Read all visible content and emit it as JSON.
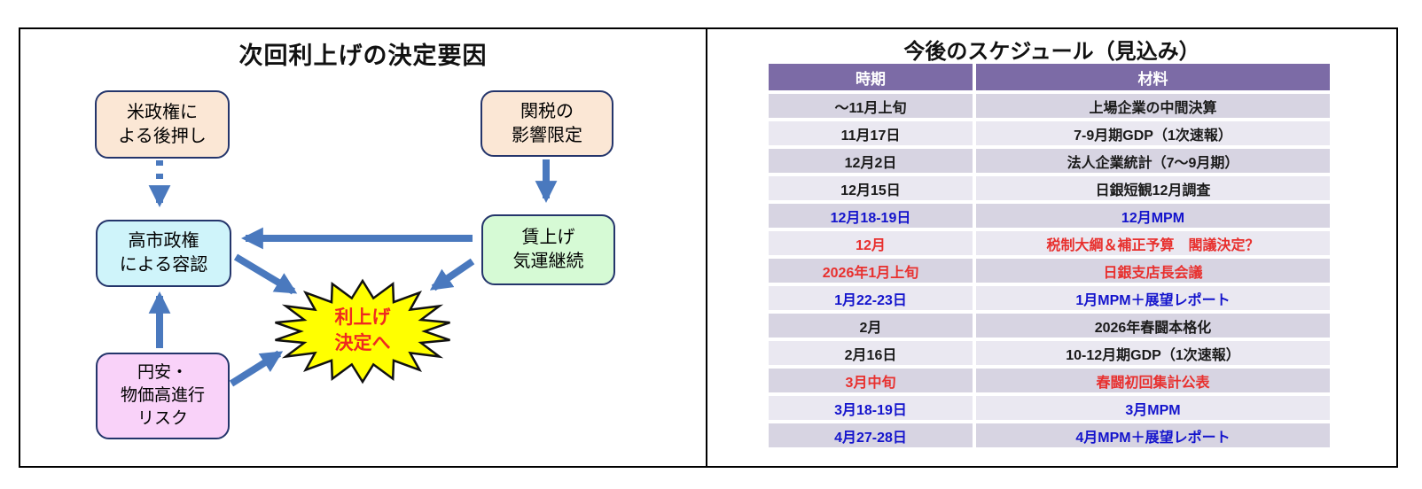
{
  "left_panel": {
    "title": "次回利上げの決定要因",
    "boxes": [
      {
        "id": "us-admin",
        "text": "米政権に\nよる後押し",
        "fill": "#FBE7D5"
      },
      {
        "id": "tariff",
        "text": "関税の\n影響限定",
        "fill": "#FBE7D5"
      },
      {
        "id": "takaichi-govt",
        "text": "高市政権\nによる容認",
        "fill": "#CFF4FA"
      },
      {
        "id": "wage-momentum",
        "text": "賃上げ\n気運継続",
        "fill": "#D6FAD5"
      },
      {
        "id": "yen-risk",
        "text": "円安・\n物価高進行\nリスク",
        "fill": "#F9D2F9"
      }
    ],
    "burst": {
      "text": "利上げ\n決定へ",
      "fill": "#FFFF00",
      "outline": "#111111",
      "text_color": "#EF2A20"
    },
    "arrow_color": "#4A79BE"
  },
  "right_panel": {
    "title": "今後のスケジュール（見込み）",
    "table": {
      "headers": [
        "時期",
        "材料"
      ],
      "header_bg": "#7C6BA6",
      "header_text_color": "#FFFFFF",
      "row_bg_odd": "#D7D4E2",
      "row_bg_even": "#EAE8F1",
      "text_colors": {
        "black": "#1A1A1A",
        "blue": "#1414CC",
        "red": "#E8302E"
      },
      "rows": [
        {
          "date": "～11月上旬",
          "item": "上場企業の中間決算",
          "color": "black"
        },
        {
          "date": "11月17日",
          "item": "7-9月期GDP（1次速報）",
          "color": "black"
        },
        {
          "date": "12月2日",
          "item": "法人企業統計（7～9月期）",
          "color": "black"
        },
        {
          "date": "12月15日",
          "item": "日銀短観12月調査",
          "color": "black"
        },
        {
          "date": "12月18-19日",
          "item": "12月MPM",
          "color": "blue"
        },
        {
          "date": "12月",
          "item": "税制大綱＆補正予算　閣議決定？",
          "color": "red"
        },
        {
          "date": "2026年1月上旬",
          "item": "日銀支店長会議",
          "color": "red"
        },
        {
          "date": "1月22-23日",
          "item": "1月MPM＋展望レポート",
          "color": "blue"
        },
        {
          "date": "2月",
          "item": "2026年春闘本格化",
          "color": "black"
        },
        {
          "date": "2月16日",
          "item": "10-12月期GDP（1次速報）",
          "color": "black"
        },
        {
          "date": "3月中旬",
          "item": "春闘初回集計公表",
          "color": "red"
        },
        {
          "date": "3月18-19日",
          "item": "3月MPM",
          "color": "blue"
        },
        {
          "date": "4月27-28日",
          "item": "4月MPM＋展望レポート",
          "color": "blue"
        }
      ]
    }
  }
}
